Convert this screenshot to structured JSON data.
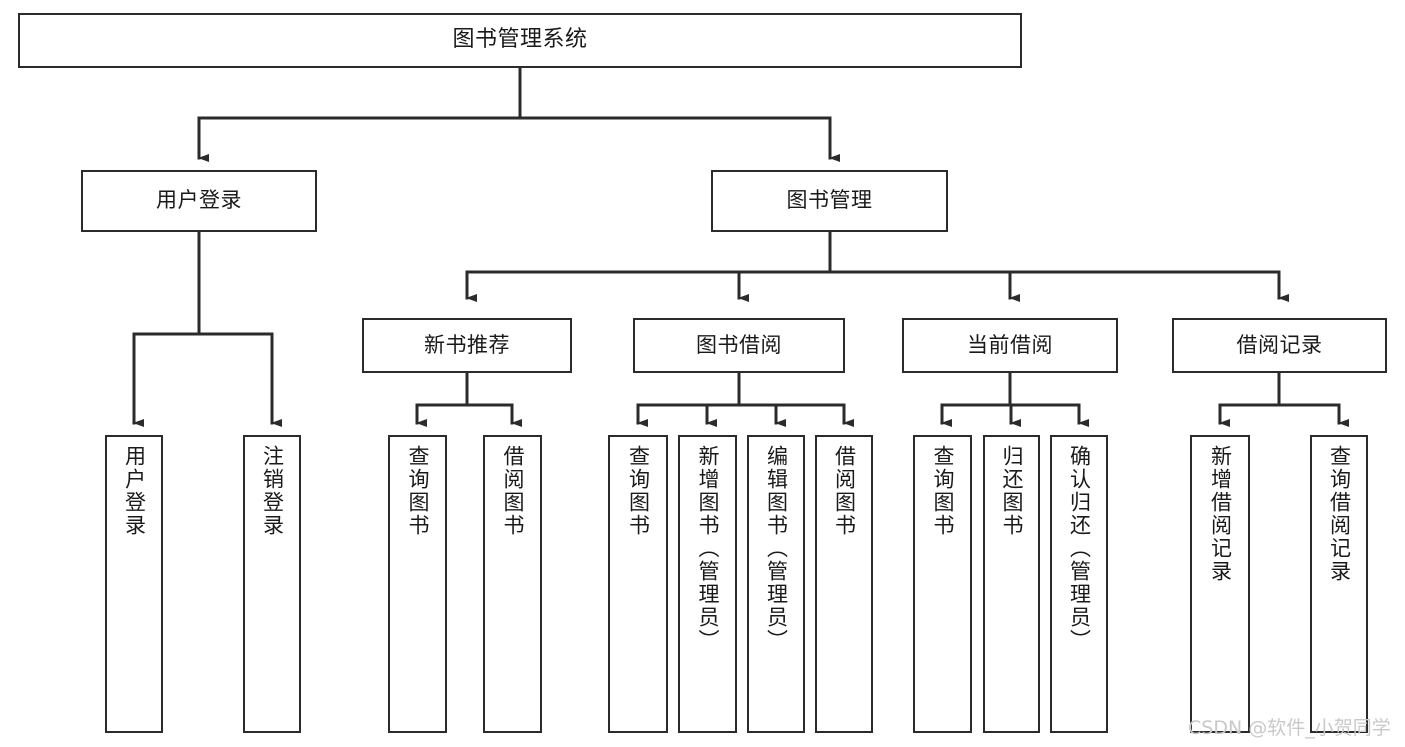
{
  "diagram": {
    "type": "hierarchy-tree",
    "title": "图书管理系统",
    "orientation": "top-down",
    "line_color": "#2b2b2b",
    "box_fill": "#ffffff",
    "text_color": "#1a1a1a",
    "levels": 4
  },
  "nodes": {
    "root": {
      "label": "图书管理系统"
    },
    "level2": [
      {
        "id": "user-login",
        "label": "用户登录"
      },
      {
        "id": "book-management",
        "label": "图书管理"
      }
    ],
    "level3": [
      {
        "id": "new-book-recommend",
        "label": "新书推荐"
      },
      {
        "id": "book-borrow",
        "label": "图书借阅"
      },
      {
        "id": "current-borrow",
        "label": "当前借阅"
      },
      {
        "id": "borrow-record",
        "label": "借阅记录"
      }
    ],
    "leaves": {
      "user_login": [
        {
          "id": "leaf-user-login",
          "label": "用户登录"
        },
        {
          "id": "leaf-logout-login",
          "label": "注销登录"
        }
      ],
      "new_book_recommend": [
        {
          "id": "leaf-query-book-1",
          "label": "查询图书"
        },
        {
          "id": "leaf-borrow-book-1",
          "label": "借阅图书"
        }
      ],
      "book_borrow": [
        {
          "id": "leaf-query-book-2",
          "label": "查询图书"
        },
        {
          "id": "leaf-add-book",
          "label": "新增图书（管理员）"
        },
        {
          "id": "leaf-edit-book",
          "label": "编辑图书（管理员）"
        },
        {
          "id": "leaf-borrow-book-2",
          "label": "借阅图书"
        }
      ],
      "current_borrow": [
        {
          "id": "leaf-query-book-3",
          "label": "查询图书"
        },
        {
          "id": "leaf-return-book",
          "label": "归还图书"
        },
        {
          "id": "leaf-confirm-return",
          "label": "确认归还（管理员）"
        }
      ],
      "borrow_record": [
        {
          "id": "leaf-add-record",
          "label": "新增借阅记录"
        },
        {
          "id": "leaf-query-record",
          "label": "查询借阅记录"
        }
      ]
    }
  },
  "watermark": {
    "text": "CSDN @软件_小贺同学"
  }
}
